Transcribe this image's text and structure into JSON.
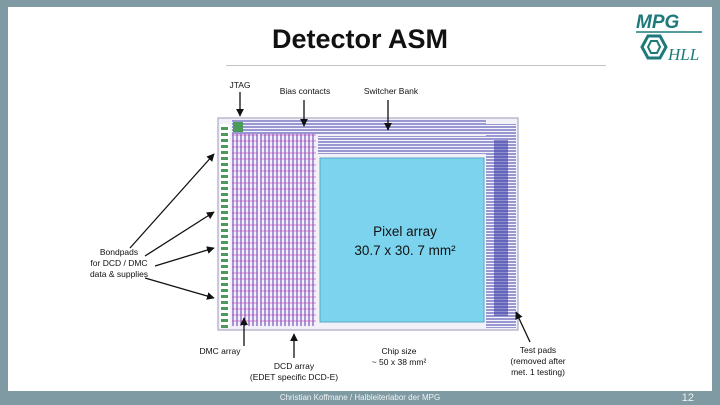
{
  "slide": {
    "title": "Detector ASM",
    "footer": "Christian Koffmane / Halbleiterlabor der MPG",
    "page_number": "12"
  },
  "logo": {
    "top_text": "MPG",
    "bottom_text": "HLL",
    "color": "#1e7a7a"
  },
  "labels": {
    "jtag": "JTAG",
    "bias_contacts": "Bias contacts",
    "switcher_bank": "Switcher Bank",
    "bondpads_line1": "Bondpads",
    "bondpads_line2": "for DCD / DMC",
    "bondpads_line3": "data & supplies",
    "dmc_array": "DMC array",
    "dcd_line1": "DCD array",
    "dcd_line2": "(EDET specific DCD-E)",
    "chip_size_line1": "Chip size",
    "chip_size_line2": "~ 50 x 38 mm²",
    "test_pads_line1": "Test pads",
    "test_pads_line2": "(removed after",
    "test_pads_line3": "met. 1 testing)"
  },
  "pixel_array": {
    "line1": "Pixel array",
    "line2": "30.7 x 30. 7 mm²",
    "color": "#7cd3ee"
  },
  "colors": {
    "frame": "#7f9aa3",
    "chip_blue": "#3a3aa8",
    "chip_purple": "#6a3aa0",
    "chip_green": "#4c9a5a"
  }
}
